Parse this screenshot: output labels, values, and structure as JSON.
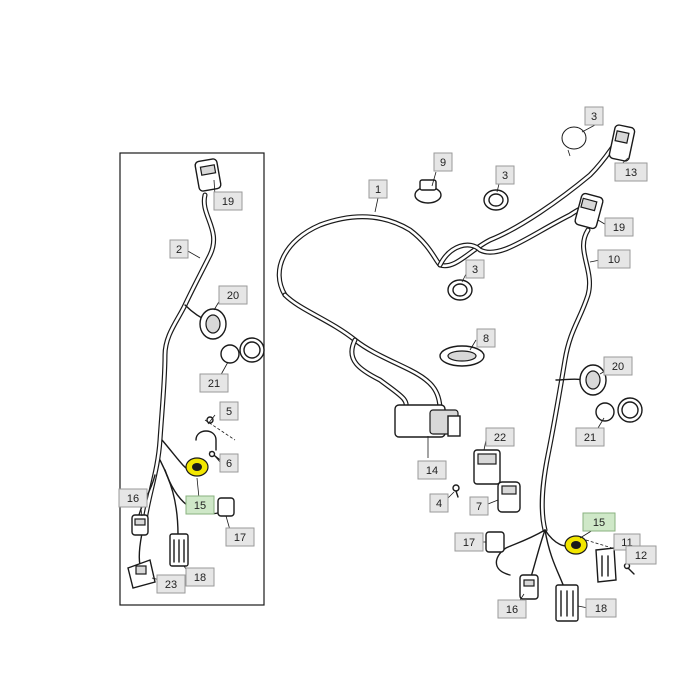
{
  "diagram": {
    "highlight_color": "#f2e600",
    "highlight_callout_color": "#cfe8c8",
    "callout_fill": "#e6e6e6",
    "line_color": "#1a1a1a"
  },
  "inset": {
    "callouts": [
      {
        "id": "inset-19",
        "label": "19"
      },
      {
        "id": "inset-2",
        "label": "2"
      },
      {
        "id": "inset-20",
        "label": "20"
      },
      {
        "id": "inset-21",
        "label": "21"
      },
      {
        "id": "inset-5",
        "label": "5"
      },
      {
        "id": "inset-6",
        "label": "6"
      },
      {
        "id": "inset-16",
        "label": "16"
      },
      {
        "id": "inset-15",
        "label": "15"
      },
      {
        "id": "inset-17",
        "label": "17"
      },
      {
        "id": "inset-18",
        "label": "18"
      },
      {
        "id": "inset-23",
        "label": "23"
      }
    ]
  },
  "main": {
    "callouts": [
      {
        "id": "main-3-top",
        "label": "3"
      },
      {
        "id": "main-9",
        "label": "9"
      },
      {
        "id": "main-3-mid",
        "label": "3"
      },
      {
        "id": "main-1",
        "label": "1"
      },
      {
        "id": "main-13",
        "label": "13"
      },
      {
        "id": "main-19",
        "label": "19"
      },
      {
        "id": "main-3-low",
        "label": "3"
      },
      {
        "id": "main-10",
        "label": "10"
      },
      {
        "id": "main-8",
        "label": "8"
      },
      {
        "id": "main-20",
        "label": "20"
      },
      {
        "id": "main-21",
        "label": "21"
      },
      {
        "id": "main-22",
        "label": "22"
      },
      {
        "id": "main-14",
        "label": "14"
      },
      {
        "id": "main-4",
        "label": "4"
      },
      {
        "id": "main-7",
        "label": "7"
      },
      {
        "id": "main-15",
        "label": "15"
      },
      {
        "id": "main-11",
        "label": "11"
      },
      {
        "id": "main-12",
        "label": "12"
      },
      {
        "id": "main-17",
        "label": "17"
      },
      {
        "id": "main-16",
        "label": "16"
      },
      {
        "id": "main-18",
        "label": "18"
      }
    ]
  }
}
